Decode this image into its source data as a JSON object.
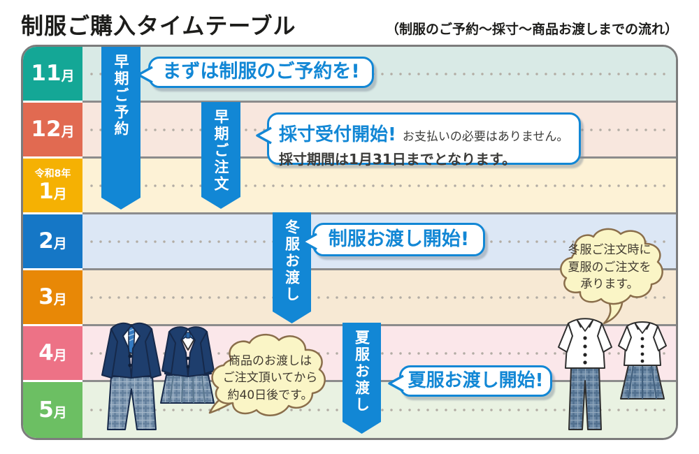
{
  "header": {
    "title": "制服ご購入タイムテーブル",
    "subtitle": "（制服のご予約～採寸～商品お渡しまでの流れ）"
  },
  "timeline": {
    "rows": [
      {
        "num": "11",
        "suffix": "月",
        "era": "",
        "label_color": "#14a796",
        "row_color": "#d9eae6"
      },
      {
        "num": "12",
        "suffix": "月",
        "era": "",
        "label_color": "#e16a51",
        "row_color": "#f8e7de"
      },
      {
        "num": "1",
        "suffix": "月",
        "era": "令和8年",
        "label_color": "#f5b103",
        "row_color": "#fdf2d6"
      },
      {
        "num": "2",
        "suffix": "月",
        "era": "",
        "label_color": "#1577c6",
        "row_color": "#dce7f5"
      },
      {
        "num": "3",
        "suffix": "月",
        "era": "",
        "label_color": "#e88806",
        "row_color": "#f7e9d4"
      },
      {
        "num": "4",
        "suffix": "月",
        "era": "",
        "label_color": "#ed7286",
        "row_color": "#fbe7ea"
      },
      {
        "num": "5",
        "suffix": "月",
        "era": "",
        "label_color": "#6cbf63",
        "row_color": "#e9f2e2"
      }
    ]
  },
  "arrows": [
    {
      "label": "早期ご予約"
    },
    {
      "label": "早期ご注文"
    },
    {
      "label": "冬服お渡し"
    },
    {
      "label": "夏服お渡し"
    }
  ],
  "callouts": {
    "reserve": {
      "text": "まずは制服のご予約を!"
    },
    "measure": {
      "title": "採寸受付開始!",
      "note": "お支払いの必要はありません。",
      "detail": "採寸期間は1月31日までとなります。"
    },
    "winter": {
      "text": "制服お渡し開始!"
    },
    "summer": {
      "text": "夏服お渡し開始!"
    }
  },
  "notes": {
    "delivery": {
      "line1": "商品のお渡しは",
      "line2": "ご注文頂いてから",
      "line3": "約40日後です。"
    },
    "summer_order": {
      "line1": "冬服ご注文時に",
      "line2": "夏服のご注文を",
      "line3": "承ります。"
    }
  },
  "colors": {
    "accent_blue": "#1287d5",
    "cloud_bg": "#faf5c6",
    "cloud_border": "#8a6e4b",
    "table_border": "#7c7c7c"
  }
}
